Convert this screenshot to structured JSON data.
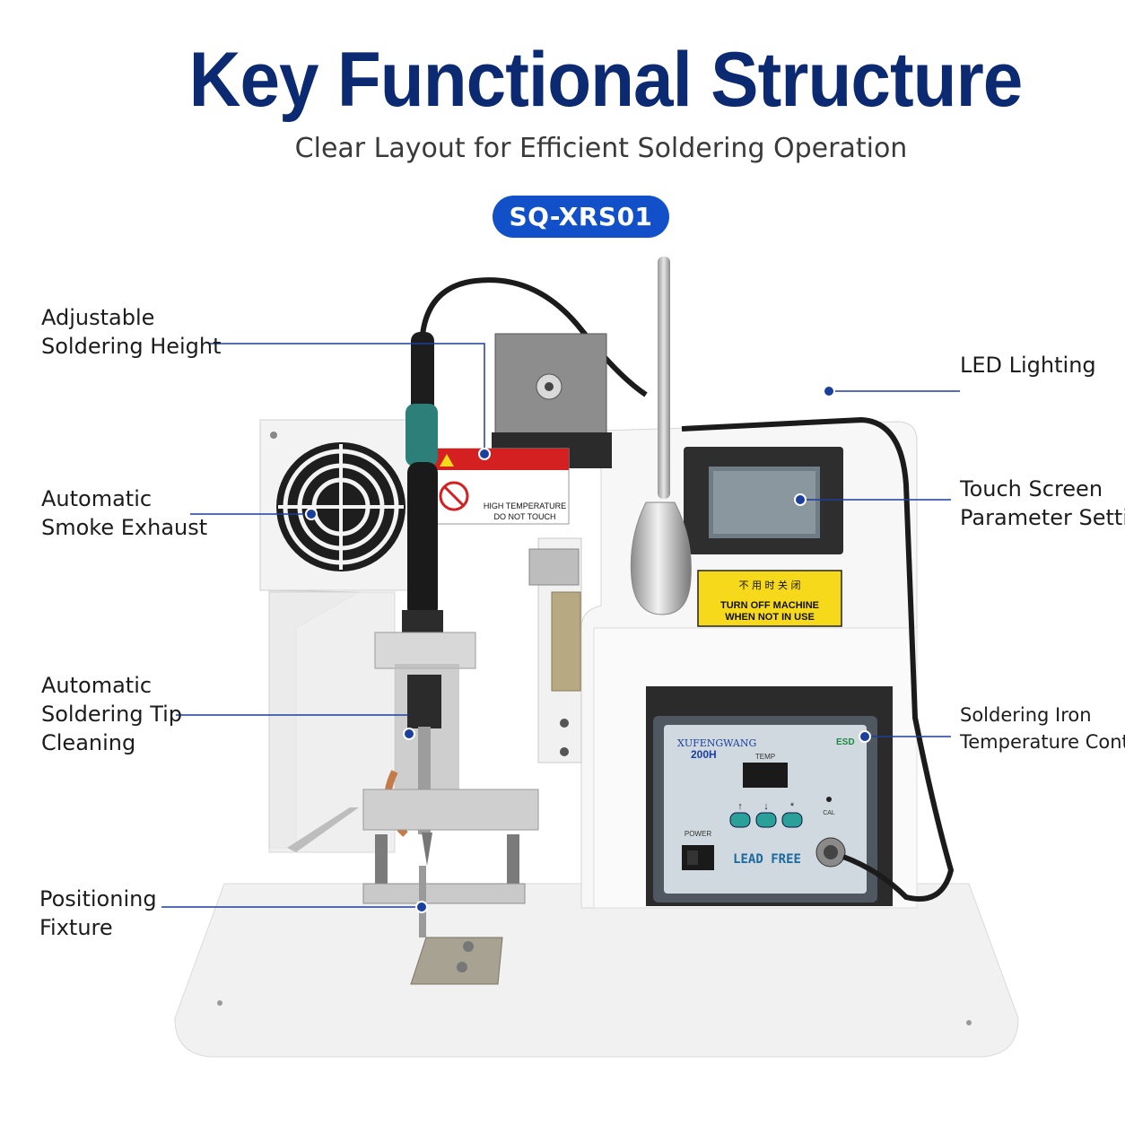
{
  "header": {
    "title": "Key Functional Structure",
    "subtitle": "Clear Layout for Efficient Soldering Operation",
    "model": "SQ-XRS01"
  },
  "callouts": {
    "height": [
      "Adjustable",
      "Soldering Height"
    ],
    "smoke": [
      "Automatic",
      "Smoke Exhaust"
    ],
    "cleaning": [
      "Automatic",
      "Soldering Tip",
      "Cleaning"
    ],
    "fixture": [
      "Positioning",
      "Fixture"
    ],
    "led": [
      "LED Lighting"
    ],
    "touch": [
      "Touch Screen",
      "Parameter Setting"
    ],
    "controller": [
      "Soldering Iron",
      "Temperature Controller"
    ]
  },
  "machine_text": {
    "warning_top": "HIGH TEMPERATURE",
    "warning_bottom": "DO NOT TOUCH",
    "notice_line1": "TURN OFF MACHINE",
    "notice_line2": "WHEN NOT IN USE",
    "controller_brand": "XUFENGWANG",
    "controller_model": "200H",
    "controller_temp": "TEMP",
    "controller_power": "POWER",
    "controller_leadfree": "LEAD FREE",
    "controller_cal": "CAL",
    "controller_esd": "ESD"
  },
  "colors": {
    "title": "#0c2a72",
    "badge": "#1150c9",
    "callout_line": "#1b3f9e"
  }
}
